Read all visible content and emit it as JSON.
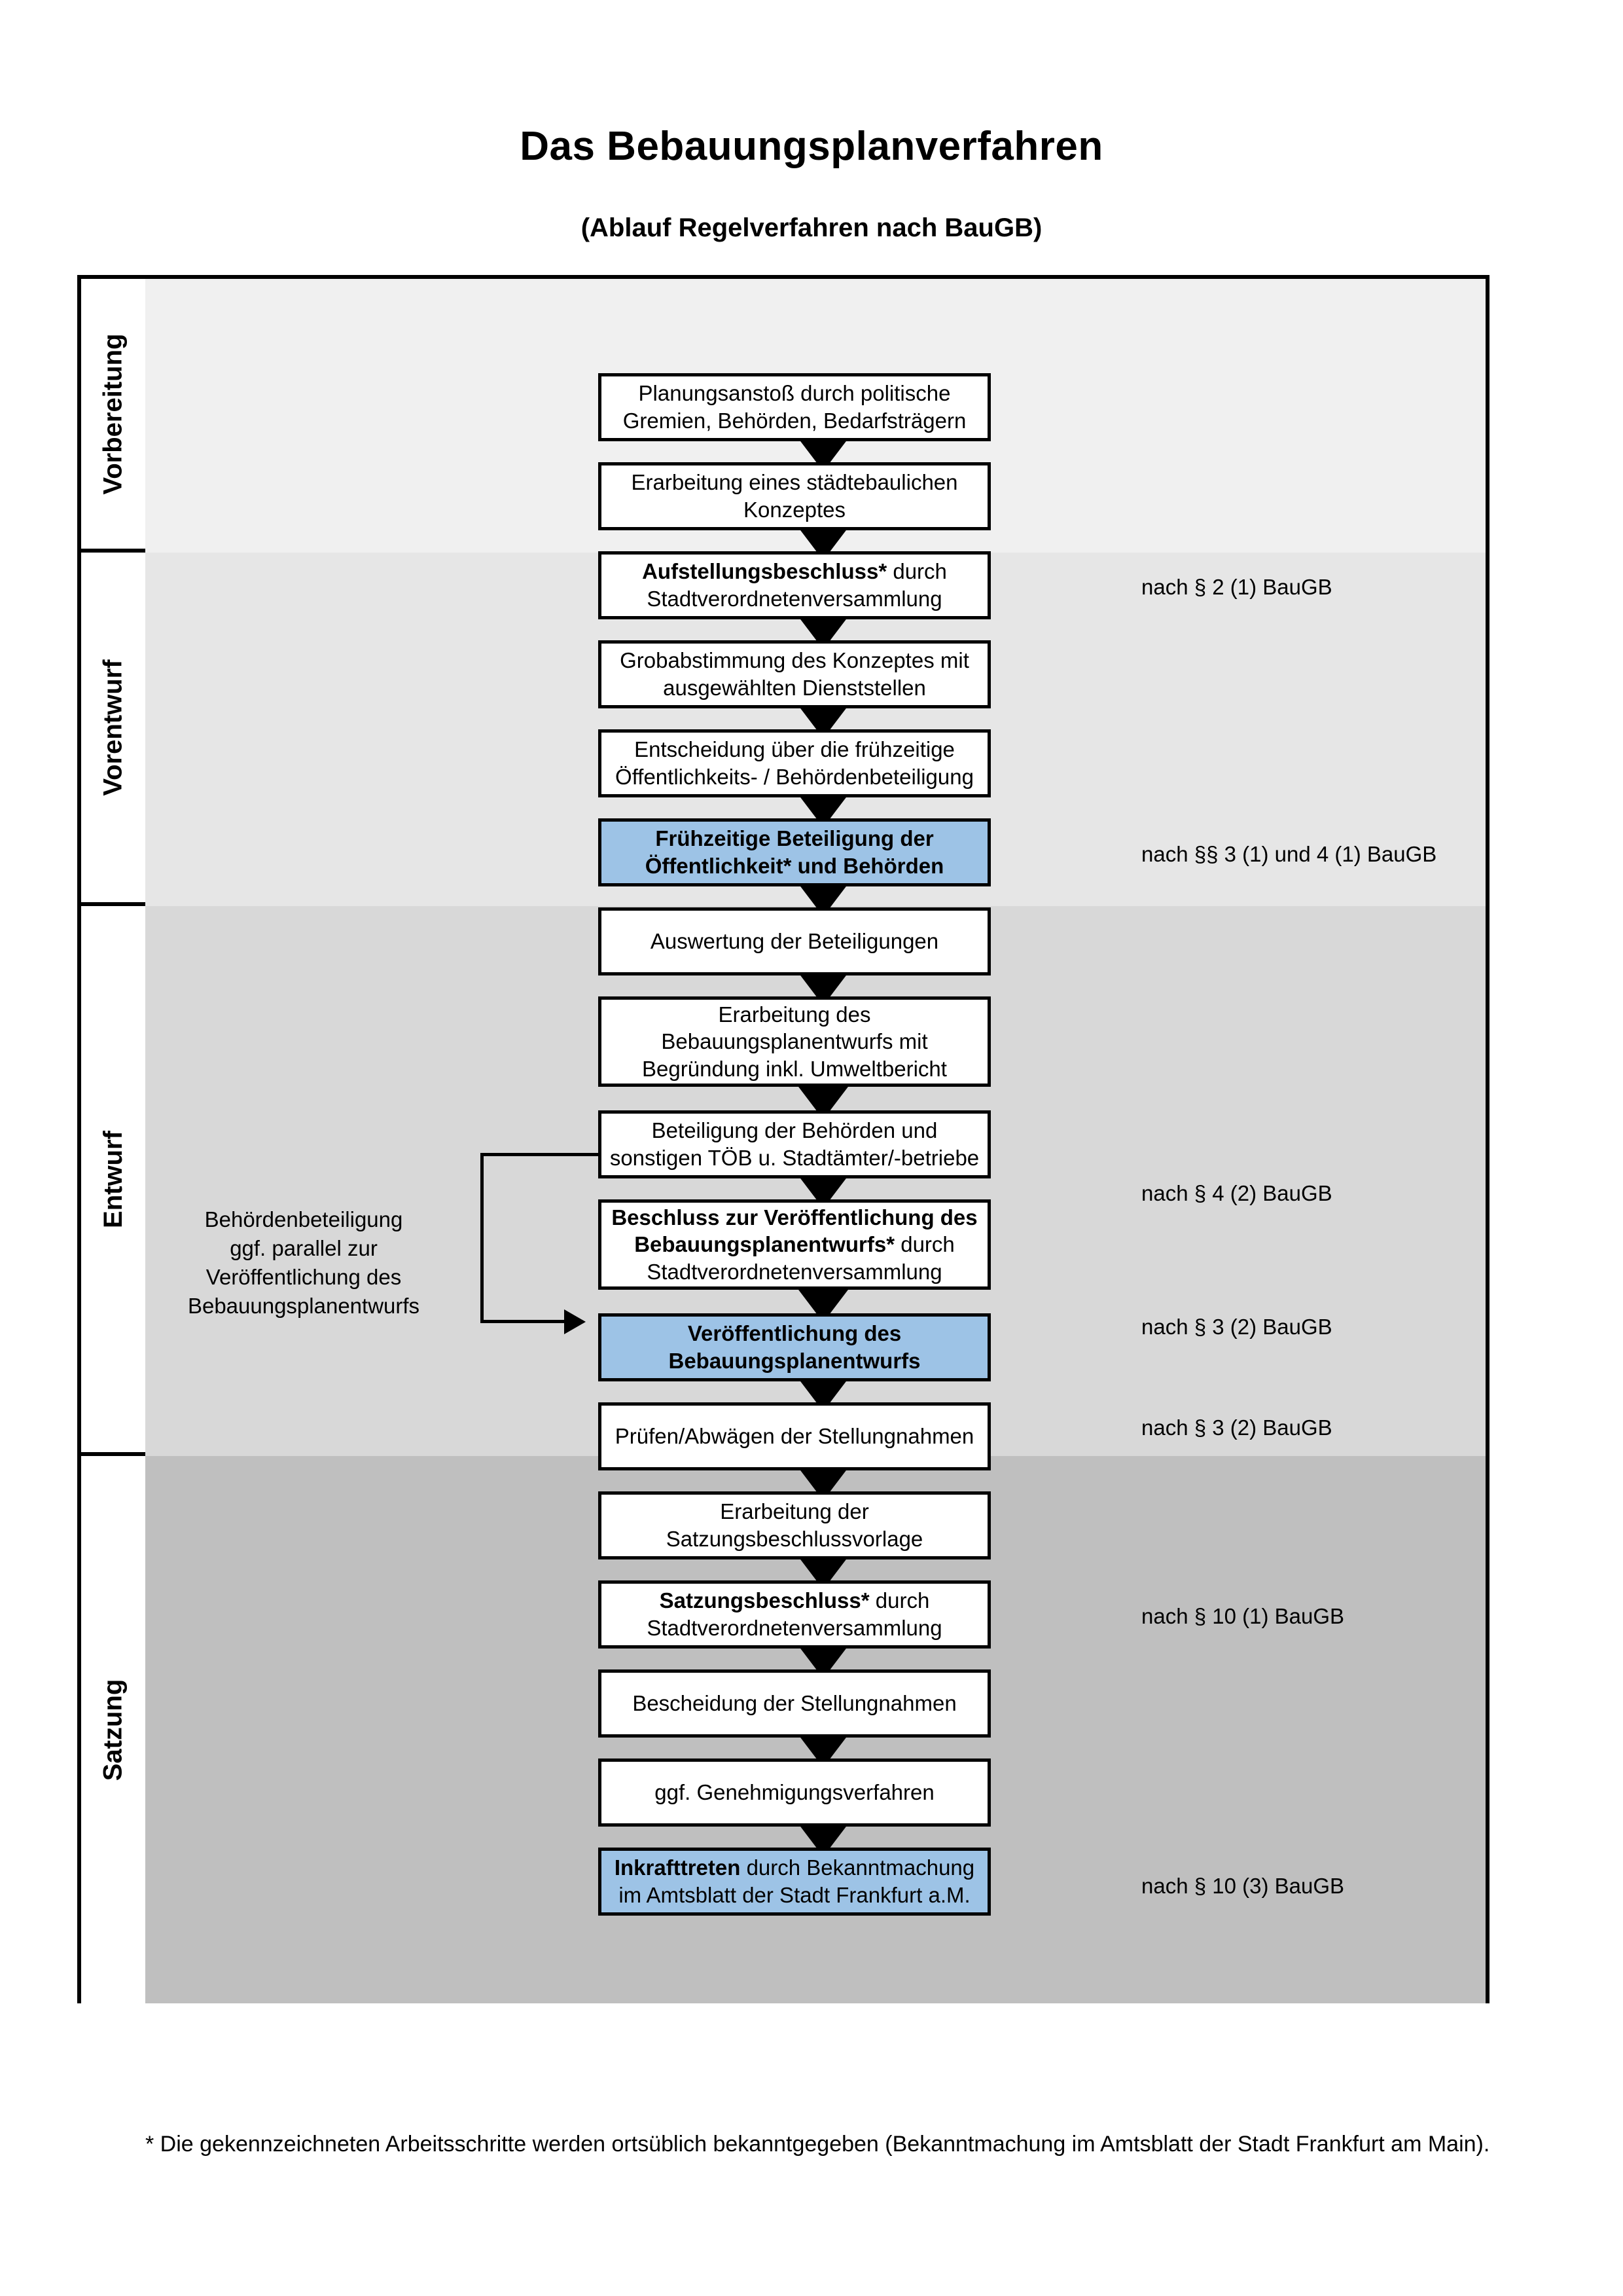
{
  "header": {
    "title": "Das Bebauungsplanverfahren",
    "subtitle": "(Ablauf Regelverfahren nach BauGB)"
  },
  "phases": [
    {
      "id": "vorbereitung",
      "label": "Vorbereitung",
      "band_color": "#F0F0F0"
    },
    {
      "id": "vorentwurf",
      "label": "Vorentwurf",
      "band_color": "#E6E6E6"
    },
    {
      "id": "entwurf",
      "label": "Entwurf",
      "band_color": "#D8D8D8"
    },
    {
      "id": "satzung",
      "label": "Satzung",
      "band_color": "#BFBFBF"
    }
  ],
  "steps": [
    {
      "id": "planungsanstoss",
      "phase": "vorbereitung",
      "highlight": false,
      "lines": [
        "Planungsanstoß durch politische",
        "Gremien, Behörden, Bedarfsträgern"
      ],
      "bold_prefix": ""
    },
    {
      "id": "staedtebauliches-konzept",
      "phase": "vorbereitung",
      "highlight": false,
      "lines": [
        "Erarbeitung eines städtebaulichen",
        "Konzeptes"
      ],
      "bold_prefix": ""
    },
    {
      "id": "aufstellungsbeschluss",
      "phase": "vorbereitung",
      "highlight": false,
      "lines": [
        "Aufstellungsbeschluss* durch",
        "Stadtverordnetenversammlung"
      ],
      "bold_prefix": "Aufstellungsbeschluss*"
    },
    {
      "id": "grobabstimmung",
      "phase": "vorentwurf",
      "highlight": false,
      "lines": [
        "Grobabstimmung des Konzeptes mit",
        "ausgewählten Dienststellen"
      ],
      "bold_prefix": ""
    },
    {
      "id": "entscheidung-fruehzeitige-beteiligung",
      "phase": "vorentwurf",
      "highlight": false,
      "lines": [
        "Entscheidung über die frühzeitige",
        "Öffentlichkeits- / Behördenbeteiligung"
      ],
      "bold_prefix": ""
    },
    {
      "id": "fruehzeitige-beteiligung",
      "phase": "vorentwurf",
      "highlight": true,
      "lines": [
        "Frühzeitige Beteiligung der",
        "Öffentlichkeit* und Behörden"
      ],
      "bold_prefix": "ALL"
    },
    {
      "id": "auswertung-beteiligungen",
      "phase": "entwurf",
      "highlight": false,
      "lines": [
        "Auswertung der Beteiligungen"
      ],
      "bold_prefix": ""
    },
    {
      "id": "erarbeitung-bebauungsplanentwurf",
      "phase": "entwurf",
      "highlight": false,
      "lines": [
        "Erarbeitung des",
        "Bebauungsplanentwurfs mit",
        "Begründung inkl. Umweltbericht"
      ],
      "bold_prefix": ""
    },
    {
      "id": "beteiligung-behoerden-toeb",
      "phase": "entwurf",
      "highlight": false,
      "lines": [
        "Beteiligung der Behörden und",
        "sonstigen TÖB u. Stadtämter/-betriebe"
      ],
      "bold_prefix": ""
    },
    {
      "id": "beschluss-veroeffentlichung",
      "phase": "entwurf",
      "highlight": false,
      "lines": [
        "Beschluss zur Veröffentlichung des",
        "Bebauungsplanentwurfs* durch",
        "Stadtverordnetenversammlung"
      ],
      "bold_prefix": "Beschluss zur Veröffentlichung des Bebauungsplanentwurfs*"
    },
    {
      "id": "veroeffentlichung-entwurf",
      "phase": "entwurf",
      "highlight": true,
      "lines": [
        "Veröffentlichung des",
        "Bebauungsplanentwurfs"
      ],
      "bold_prefix": "ALL"
    },
    {
      "id": "pruefen-abwaegen",
      "phase": "satzung",
      "highlight": false,
      "lines": [
        "Prüfen/Abwägen der Stellungnahmen"
      ],
      "bold_prefix": ""
    },
    {
      "id": "erarbeitung-satzungsbeschlussvorlage",
      "phase": "satzung",
      "highlight": false,
      "lines": [
        "Erarbeitung der",
        "Satzungsbeschlussvorlage"
      ],
      "bold_prefix": ""
    },
    {
      "id": "satzungsbeschluss",
      "phase": "satzung",
      "highlight": false,
      "lines": [
        "Satzungsbeschluss* durch",
        "Stadtverordnetenversammlung"
      ],
      "bold_prefix": "Satzungsbeschluss*"
    },
    {
      "id": "bescheidung-stellungnahmen",
      "phase": "satzung",
      "highlight": false,
      "lines": [
        "Bescheidung der Stellungnahmen"
      ],
      "bold_prefix": ""
    },
    {
      "id": "genehmigungsverfahren",
      "phase": "satzung",
      "highlight": false,
      "lines": [
        "ggf. Genehmigungsverfahren"
      ],
      "bold_prefix": ""
    },
    {
      "id": "inkrafttreten",
      "phase": "satzung",
      "highlight": true,
      "lines": [
        "Inkrafttreten durch Bekanntmachung",
        "im Amtsblatt der Stadt Frankfurt a.M."
      ],
      "bold_prefix": "Inkrafttreten"
    }
  ],
  "legal_references": [
    {
      "id": "ref-par2-1",
      "text": "nach § 2 (1) BauGB",
      "for_step": "aufstellungsbeschluss"
    },
    {
      "id": "ref-par3-4-1",
      "text": "nach §§ 3 (1) und 4 (1) BauGB",
      "for_step": "fruehzeitige-beteiligung"
    },
    {
      "id": "ref-par4-2",
      "text": "nach § 4 (2) BauGB",
      "for_step": "beteiligung-behoerden-toeb"
    },
    {
      "id": "ref-par3-2-a",
      "text": "nach § 3 (2) BauGB",
      "for_step": "beschluss-veroeffentlichung"
    },
    {
      "id": "ref-par3-2-b",
      "text": "nach § 3 (2) BauGB",
      "for_step": "veroeffentlichung-entwurf"
    },
    {
      "id": "ref-par10-1",
      "text": "nach § 10 (1) BauGB",
      "for_step": "satzungsbeschluss"
    },
    {
      "id": "ref-par10-3",
      "text": "nach § 10 (3) BauGB",
      "for_step": "inkrafttreten"
    }
  ],
  "side_note": {
    "id": "behoerdenbeteiligung-parallel",
    "lines": [
      "Behördenbeteiligung",
      "ggf. parallel zur",
      "Veröffentlichung des",
      "Bebauungsplanentwurfs"
    ]
  },
  "footnote": {
    "text": "* Die gekennzeichneten Arbeitsschritte werden ortsüblich bekanntgegeben (Bekanntmachung im Amtsblatt  der Stadt Frankfurt am Main)."
  },
  "colors": {
    "highlight_fill": "#9DC3E6",
    "box_fill": "#FFFFFF",
    "border": "#000000"
  }
}
